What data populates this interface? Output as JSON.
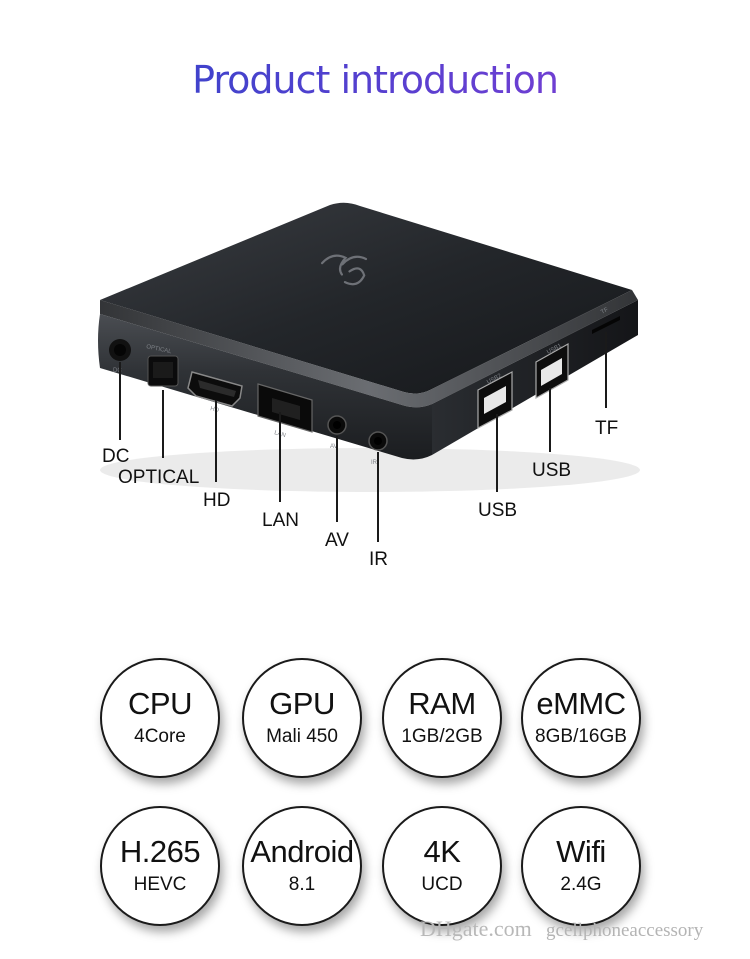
{
  "title": "Product introduction",
  "device": {
    "logo_mark": "Ƨ5",
    "port_labels": {
      "dc": "DC",
      "optical": "OPTICAL",
      "hd": "HD",
      "lan": "LAN",
      "av": "AV",
      "ir": "IR",
      "usb_rear": "USB",
      "usb_front": "USB",
      "tf": "TF"
    },
    "embossed": {
      "optical": "OPTICAL",
      "dc": "DC",
      "hd": "HD",
      "lan": "LAN",
      "av": "AV",
      "ir": "IR",
      "usb2": "USB2",
      "usb1": "USB1",
      "tf": "TF"
    }
  },
  "specs": [
    {
      "big": "CPU",
      "small": "4Core"
    },
    {
      "big": "GPU",
      "small": "Mali 450"
    },
    {
      "big": "RAM",
      "small": "1GB/2GB"
    },
    {
      "big": "eMMC",
      "small": "8GB/16GB"
    },
    {
      "big": "H.265",
      "small": "HEVC"
    },
    {
      "big": "Android",
      "small": "8.1"
    },
    {
      "big": "4K",
      "small": "UCD"
    },
    {
      "big": "Wifi",
      "small": "2.4G"
    }
  ],
  "watermark": {
    "logo": "DHgate.com",
    "store": "gcellphoneaccessory"
  }
}
